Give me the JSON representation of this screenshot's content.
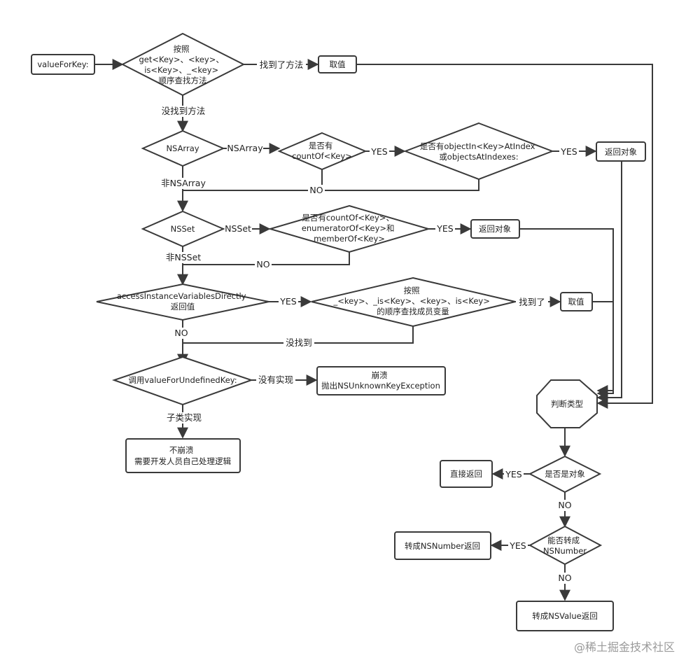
{
  "nodes": {
    "value_for_key": "valueForKey:",
    "search_methods": [
      "按照",
      "get<Key>、<key>、",
      "is<Key>、_<key>",
      "顺序查找方法"
    ],
    "take_value_1": "取值",
    "nsarray_check": "NSArray",
    "has_count_of": [
      "是否有",
      "countOf<Key>"
    ],
    "has_object_in": [
      "是否有objectIn<Key>AtIndex",
      "或objectsAtIndexes:"
    ],
    "return_object_1": "返回对象",
    "nsset_check": "NSSet",
    "has_set_methods": [
      "是否有countOf<Key>、",
      "enumeratorOf<Key>和",
      "memberOf<Key>"
    ],
    "return_object_2": "返回对象",
    "access_ivars": [
      "accessInstanceVariablesDirectly",
      "返回值"
    ],
    "search_ivars": [
      "按照",
      "_<key>、_is<Key>、<key>、is<Key>",
      "的顺序查找成员变量"
    ],
    "take_value_2": "取值",
    "call_undefined": "调用valueForUndefinedKey:",
    "crash": [
      "崩溃",
      "抛出NSUnknownKeyException"
    ],
    "no_crash": [
      "不崩溃",
      "需要开发人员自己处理逻辑"
    ],
    "judge_type": "判断类型",
    "is_object": "是否是对象",
    "direct_return": "直接返回",
    "can_nsnumber": [
      "能否转成",
      "NSNumber"
    ],
    "to_nsnumber": "转成NSNumber返回",
    "to_nsvalue": "转成NSValue返回"
  },
  "edge_labels": {
    "found_method": "找到了方法",
    "method_not_found": "没找到方法",
    "nsarray_yes": "NSArray",
    "yes_1": "YES",
    "yes_2": "YES",
    "not_nsarray": "非NSArray",
    "no_1": "NO",
    "nsset_yes": "NSSet",
    "yes_3": "YES",
    "not_nsset": "非NSSet",
    "no_2": "NO",
    "yes_4": "YES",
    "found": "找到了",
    "no_3": "NO",
    "not_found": "没找到",
    "not_implemented": "没有实现",
    "subclass_implemented": "子类实现",
    "yes_5": "YES",
    "no_4": "NO",
    "yes_6": "YES",
    "no_5": "NO"
  },
  "watermark": "@稀土掘金技术社区"
}
